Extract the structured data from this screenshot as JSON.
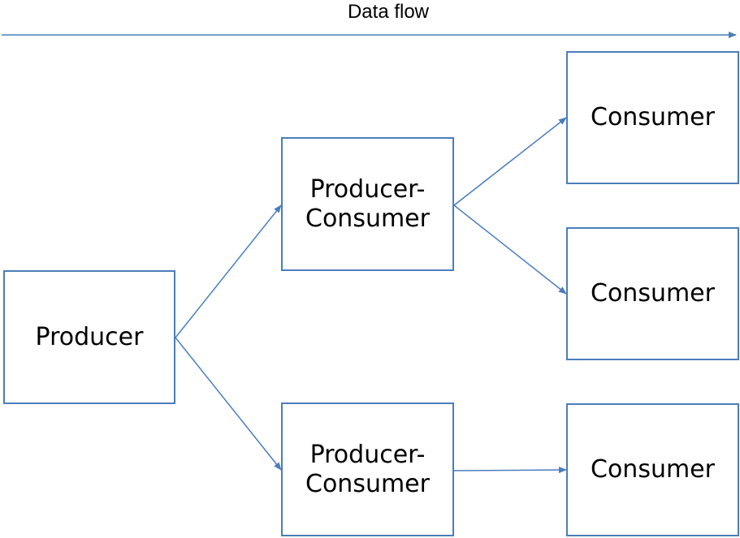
{
  "header": {
    "flow_label": "Data flow"
  },
  "nodes": {
    "producer": "Producer",
    "producer_consumer_top": "Producer-\nConsumer",
    "producer_consumer_bottom": "Producer-\nConsumer",
    "consumer_1": "Consumer",
    "consumer_2": "Consumer",
    "consumer_3": "Consumer"
  },
  "colors": {
    "stroke": "#4a7ebb",
    "text": "#000000",
    "background": "#ffffff"
  }
}
